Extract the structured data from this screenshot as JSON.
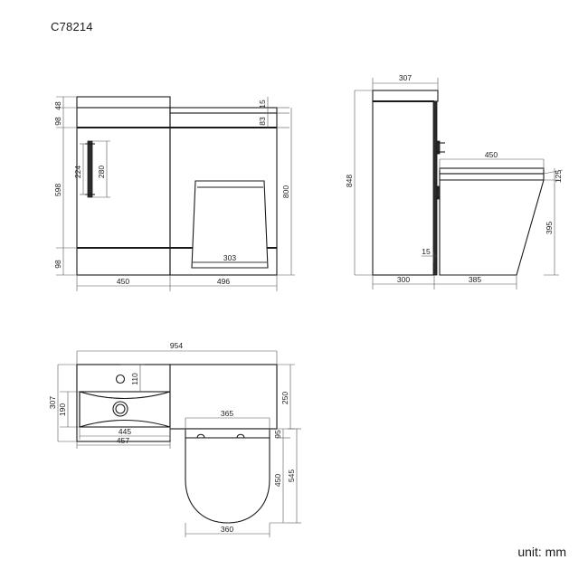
{
  "drawing": {
    "title": "C78214",
    "unit_note": "unit: mm",
    "line_color": "#1a1a1a",
    "dim_color": "#555555",
    "background": "#ffffff"
  },
  "views": {
    "front": {
      "name": "front-elevation",
      "dimensions": {
        "counter_top_thickness": "48",
        "upper_band": "98",
        "cabinet_body_height": "598",
        "plinth_height": "98",
        "wc_top_lip": "15",
        "wc_counter_band": "83",
        "overall_height": "800",
        "vanity_width": "450",
        "wc_unit_width": "496",
        "handle_fixing_centres": "224",
        "handle_length": "280",
        "pan_base_width": "303"
      }
    },
    "side": {
      "name": "side-elevation",
      "dimensions": {
        "cabinet_depth": "307",
        "overall_height": "848",
        "pan_projection": "450",
        "seat_thickness": "125",
        "pan_height": "395",
        "plinth_recess": "15",
        "cabinet_base_depth": "300",
        "pan_base_depth": "385"
      }
    },
    "plan": {
      "name": "plan-view",
      "dimensions": {
        "overall_width": "954",
        "counter_depth": "307",
        "basin_depth": "190",
        "tap_hole_setback": "110",
        "wc_counter_depth": "250",
        "basin_bowl_width": "445",
        "basin_width": "457",
        "cistern_width": "365",
        "seat_offset": "95",
        "wc_total_depth": "545",
        "seat_length": "450",
        "seat_width": "360"
      }
    }
  }
}
